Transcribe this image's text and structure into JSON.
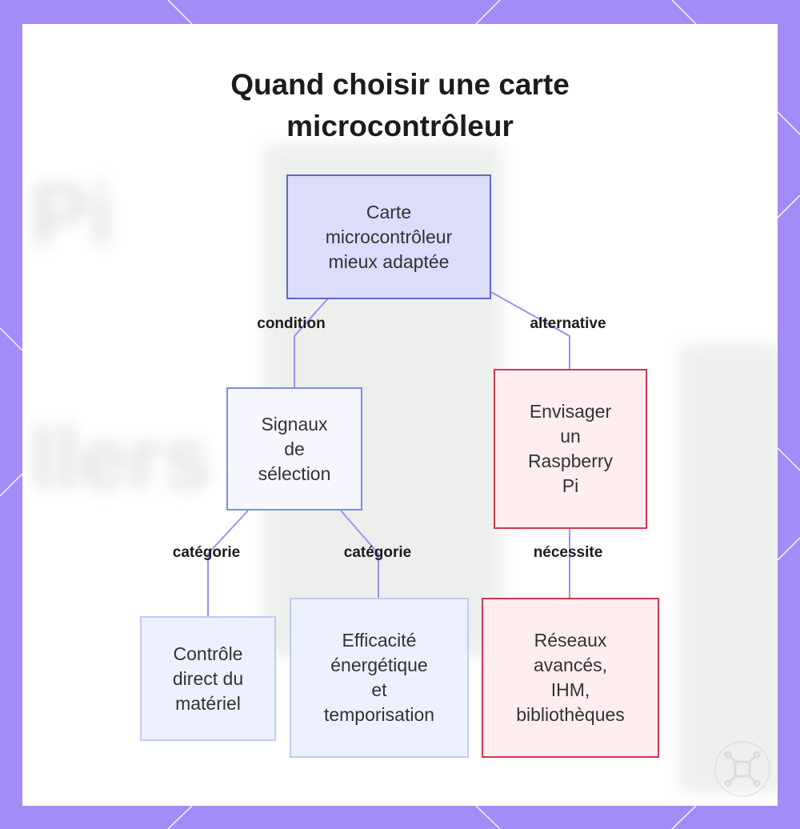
{
  "diagram": {
    "title_lines": [
      "Quand choisir une carte",
      "microcontrôleur"
    ],
    "background_text": [
      "Pi",
      "llers"
    ],
    "nodes": [
      {
        "id": "carte",
        "lines": [
          "Carte",
          "microcontrôleur",
          "mieux adaptée"
        ]
      },
      {
        "id": "signaux",
        "lines": [
          "Signaux",
          "de",
          "sélection"
        ]
      },
      {
        "id": "raspberry",
        "lines": [
          "Envisager",
          "un",
          "Raspberry",
          "Pi"
        ]
      },
      {
        "id": "controle",
        "lines": [
          "Contrôle",
          "direct du",
          "matériel"
        ]
      },
      {
        "id": "efficacite",
        "lines": [
          "Efficacité",
          "énergétique",
          "et",
          "temporisation"
        ]
      },
      {
        "id": "reseaux",
        "lines": [
          "Réseaux",
          "avancés,",
          "IHM,",
          "bibliothèques"
        ]
      }
    ],
    "edges": [
      {
        "from": "carte",
        "to": "signaux",
        "label": "condition"
      },
      {
        "from": "carte",
        "to": "raspberry",
        "label": "alternative"
      },
      {
        "from": "signaux",
        "to": "controle",
        "label": "catégorie"
      },
      {
        "from": "signaux",
        "to": "efficacite",
        "label": "catégorie"
      },
      {
        "from": "raspberry",
        "to": "reseaux",
        "label": "nécessite"
      }
    ],
    "colors": {
      "frame": "#a48cf7",
      "edge": "#a48cf7",
      "main_fill": "#dcdcfb",
      "main_border": "#5a6bc6",
      "blue_border": "#7b8fdc",
      "red_border": "#cd3a4e",
      "red_fill": "#ffecef"
    },
    "logo_icon": "network-nodes-icon"
  }
}
